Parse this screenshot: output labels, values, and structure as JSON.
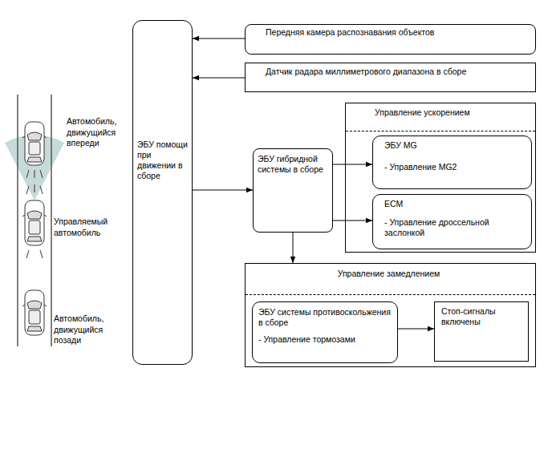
{
  "diagram": {
    "nodes": [
      {
        "text": [
          "ЭБУ помощи при движении в сборе"
        ]
      },
      {
        "text": [
          "Передняя камера распознавания объектов"
        ]
      },
      {
        "text": [
          "Датчик радара миллиметрового диапазона в сборе"
        ]
      },
      {
        "text": [
          "ЭБУ гибридной системы в сборе"
        ]
      },
      {
        "text": [
          "Управление ускорением"
        ]
      },
      {
        "text": [
          "ЭБУ MG",
          "- Управление MG2"
        ],
        "in": 4
      },
      {
        "text": [
          "ECM",
          "- Управление дроссельной заслонкой"
        ],
        "in": 4
      },
      {
        "text": [
          "Управление замедлением"
        ]
      },
      {
        "text": [
          "ЭБУ системы противоскольжения в сборе",
          "- Управление тормозами"
        ],
        "in": 7
      },
      {
        "text": [
          "Стоп-сигналы включены"
        ],
        "in": 7
      }
    ],
    "edges": [
      {
        "from": 1,
        "to": 0,
        "arrow": "to"
      },
      {
        "from": 2,
        "to": 0,
        "arrow": "to"
      },
      {
        "from": 0,
        "to": 3,
        "arrow": "to"
      },
      {
        "from": 3,
        "to": 5,
        "arrow": "to"
      },
      {
        "from": 3,
        "to": 6,
        "arrow": "to"
      },
      {
        "from": 3,
        "to": 7,
        "arrow": "to"
      },
      {
        "from": 8,
        "to": 9,
        "arrow": "to"
      }
    ],
    "labels": [
      "Автомобиль, движущийся впереди",
      "Управляемый автомобиль",
      "Автомобиль, движущийся позади"
    ]
  }
}
